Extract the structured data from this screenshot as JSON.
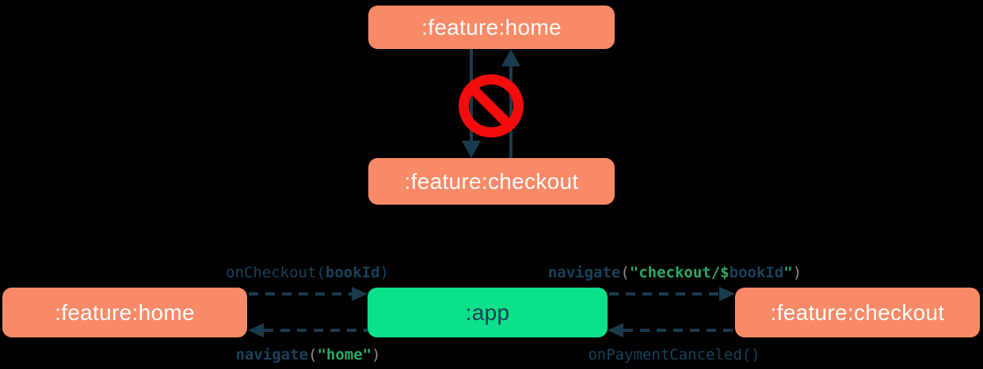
{
  "colors": {
    "salmon": "#f98a67",
    "green": "#0be08b",
    "navy": "#1b3a4d",
    "code_navy": "#17415a",
    "code_green": "#2aa967",
    "code_gray": "#8e8e8e",
    "red": "#f40b0b",
    "box_text_light": "#fdfcfc",
    "box_text_dark": "#1c3b55",
    "background": "#000000"
  },
  "top_diagram": {
    "nodes": [
      {
        "id": "feature-home",
        "label": ":feature:home"
      },
      {
        "id": "feature-checkout",
        "label": ":feature:checkout"
      }
    ],
    "icon": "no-entry-icon",
    "meaning": {
      "arrow_down": "home-to-checkout-dependency",
      "arrow_up": "checkout-to-home-dependency"
    }
  },
  "bottom_diagram": {
    "nodes": [
      {
        "id": "feature-home",
        "label": ":feature:home"
      },
      {
        "id": "app",
        "label": ":app"
      },
      {
        "id": "feature-checkout",
        "label": ":feature:checkout"
      }
    ],
    "edges": [
      {
        "id": "home-to-app",
        "parts": [
          {
            "t": "onCheckout",
            "c": "plain"
          },
          {
            "t": "(",
            "c": "plain"
          },
          {
            "t": "bookId",
            "c": "var"
          },
          {
            "t": ")",
            "c": "plain"
          }
        ]
      },
      {
        "id": "app-to-checkout",
        "parts": [
          {
            "t": "navigate",
            "c": "kw"
          },
          {
            "t": "(",
            "c": "paren"
          },
          {
            "t": "\"checkout/$",
            "c": "str"
          },
          {
            "t": "bookId",
            "c": "var"
          },
          {
            "t": "\"",
            "c": "str"
          },
          {
            "t": ")",
            "c": "paren"
          }
        ]
      },
      {
        "id": "app-to-home",
        "parts": [
          {
            "t": "navigate",
            "c": "kw"
          },
          {
            "t": "(",
            "c": "paren"
          },
          {
            "t": "\"home\"",
            "c": "str"
          },
          {
            "t": ")",
            "c": "paren"
          }
        ]
      },
      {
        "id": "checkout-to-app",
        "parts": [
          {
            "t": "onPaymentCanceled",
            "c": "plain"
          },
          {
            "t": "()",
            "c": "plain"
          }
        ]
      }
    ]
  }
}
